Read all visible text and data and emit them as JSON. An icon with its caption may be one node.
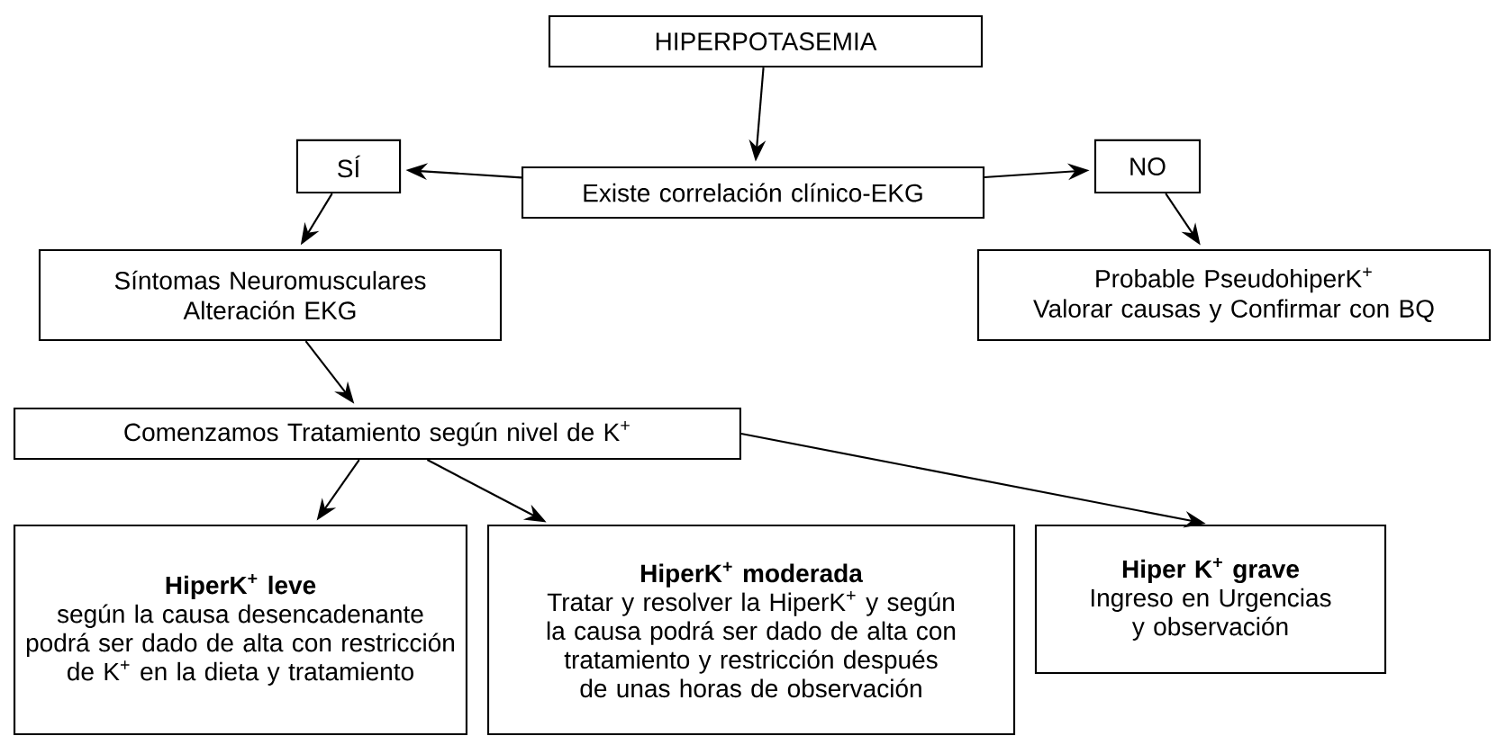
{
  "diagram": {
    "nodes": [
      {
        "text": [
          "HIPERPOTASEMIA"
        ]
      },
      {
        "text": [
          "Existe correlación clínico-EKG"
        ]
      },
      {
        "text": [
          "SÍ"
        ]
      },
      {
        "text": [
          "NO"
        ]
      },
      {
        "text": [
          "Síntomas Neuromusculares",
          "Alteración EKG"
        ]
      },
      {
        "text": [
          "Probable PseudohiperK$^{+}$",
          "Valorar causas y Confirmar con BQ"
        ]
      },
      {
        "text": [
          "Comenzamos Tratamiento según nivel de K$^{+}$"
        ]
      },
      {
        "text": [
          "HiperK$^{+}$ leve",
          "según la causa desencadenante podrá ser dado de alta con restricción de K$^{+}$ en la dieta y tratamiento"
        ]
      },
      {
        "text": [
          "HiperK$^{+}$ moderada",
          "Tratar y resolver la HiperK$^{+}$ y según la causa podrá ser dado de alta con tratamiento y restricción después de unas horas de observación"
        ]
      },
      {
        "text": [
          "Hiper K$^{+}$ grave",
          "Ingreso en Urgencias y observación"
        ]
      }
    ],
    "edges": [
      {
        "from": 0,
        "to": 1,
        "arrow": "to"
      },
      {
        "from": 1,
        "to": 2,
        "arrow": "to"
      },
      {
        "from": 1,
        "to": 3,
        "arrow": "to"
      },
      {
        "from": 2,
        "to": 4,
        "arrow": "to"
      },
      {
        "from": 3,
        "to": 5,
        "arrow": "to"
      },
      {
        "from": 4,
        "to": 6,
        "arrow": "to"
      },
      {
        "from": 6,
        "to": 7,
        "arrow": "to"
      },
      {
        "from": 6,
        "to": 8,
        "arrow": "to"
      },
      {
        "from": 6,
        "to": 9,
        "arrow": "to"
      }
    ]
  }
}
